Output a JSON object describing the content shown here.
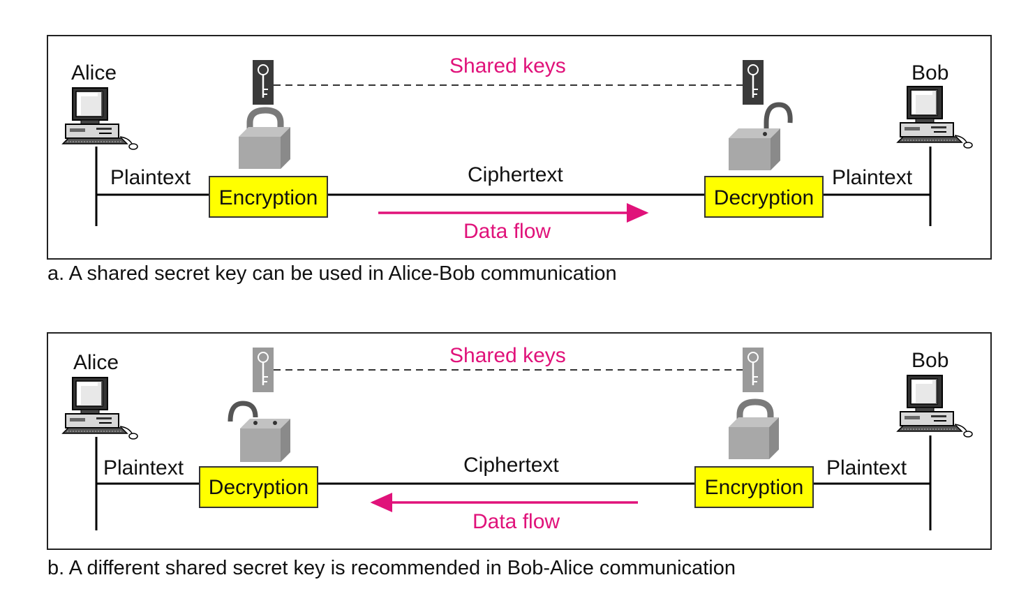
{
  "colors": {
    "accent": "#e0127a",
    "box_fill": "#ffff00",
    "box_stroke": "#333333",
    "frame_stroke": "#222222",
    "lock_fill": "#a6a6a6",
    "key_dark": "#3a3a3a",
    "key_light": "#9a9a9a"
  },
  "panel_a": {
    "left_party": "Alice",
    "right_party": "Bob",
    "shared_keys_label": "Shared keys",
    "left_plaintext": "Plaintext",
    "right_plaintext": "Plaintext",
    "ciphertext_label": "Ciphertext",
    "left_box": "Encryption",
    "right_box": "Decryption",
    "flow_label": "Data flow",
    "flow_direction": "left-to-right",
    "left_lock": "closed",
    "right_lock": "open",
    "key_style": "dark",
    "caption": "a. A shared secret key can be used in Alice-Bob communication"
  },
  "panel_b": {
    "left_party": "Alice",
    "right_party": "Bob",
    "shared_keys_label": "Shared keys",
    "left_plaintext": "Plaintext",
    "right_plaintext": "Plaintext",
    "ciphertext_label": "Ciphertext",
    "left_box": "Decryption",
    "right_box": "Encryption",
    "flow_label": "Data flow",
    "flow_direction": "right-to-left",
    "left_lock": "open",
    "right_lock": "closed",
    "key_style": "light",
    "caption": "b. A different shared secret key is recommended in  Bob-Alice communication"
  }
}
